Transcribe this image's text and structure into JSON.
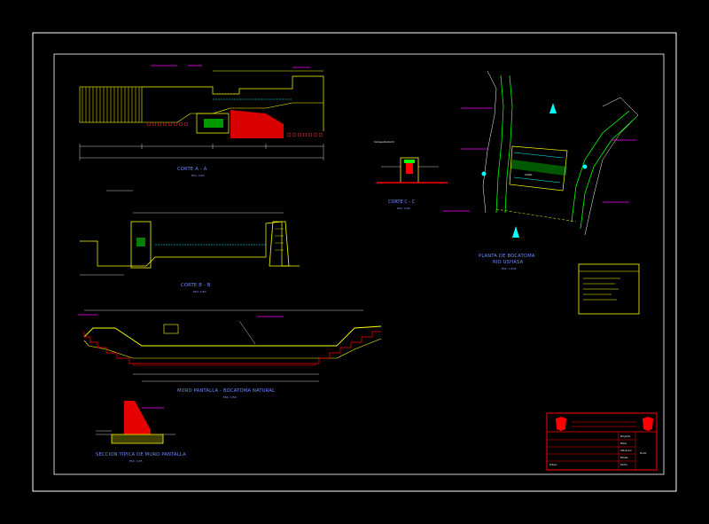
{
  "drawing": {
    "titles": {
      "section_aa": "CORTE A - A",
      "section_bb": "CORTE B - B",
      "section_cc": "CORTE C - C",
      "detail_sheet": "Compuerta Del III",
      "plan": "PLANTA DE BOCATOMA",
      "plan_sub": "RIO USHASA",
      "weir": "MURO PANTALLA - BOCATOMA NATURAL",
      "typical": "SECCION TIPICA DE MURO PANTALLA"
    },
    "scales": {
      "section_aa": "ESC: 1/50",
      "section_bb": "ESC: 1/50",
      "section_cc": "ESC: 1/25",
      "plan": "ESC: 1/100",
      "weir": "ESC: 1/50",
      "typical": "ESC: 1/25"
    },
    "plan_tag": "CANAL",
    "title_block": {
      "rows": [
        "Proyecto",
        "Plano",
        "Ubicacion",
        "Escala",
        "Fecha",
        "Dibujo"
      ],
      "code": "PL-01"
    },
    "colors": {
      "frame": "#ffffff",
      "yellow": "#ffff00",
      "cyan": "#00ffff",
      "red": "#ff0000",
      "magenta": "#ff00ff",
      "green": "#00ff00",
      "blue_text": "#6f8cff"
    }
  }
}
